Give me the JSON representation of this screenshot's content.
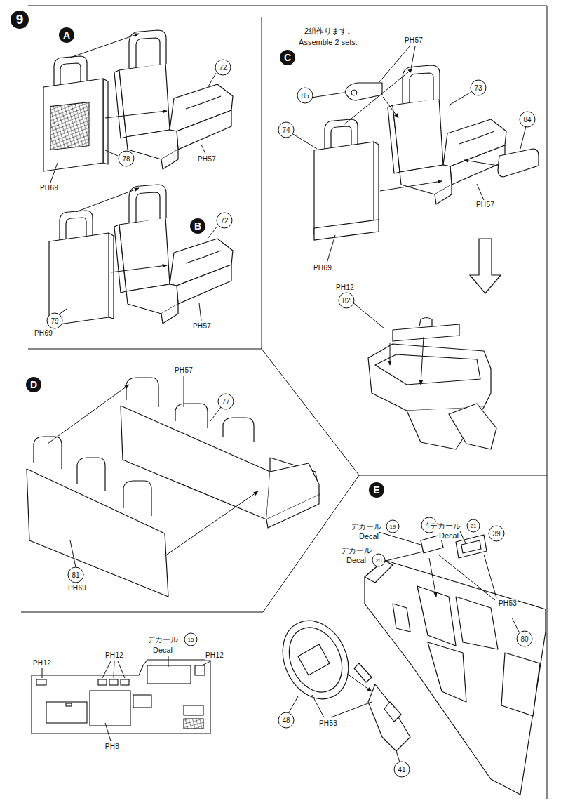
{
  "diagram": {
    "labels": [
      "9",
      "A",
      "72",
      "PH57",
      "78",
      "PH69",
      "B",
      "72",
      "79",
      "PH69",
      "PH57",
      "C",
      "2組作ります。",
      "Assemble 2 sets.",
      "PH57",
      "85",
      "73",
      "84",
      "74",
      "PH57",
      "PH69",
      "PH12",
      "82",
      "D",
      "PH57",
      "77",
      "81",
      "PH69",
      "PH12",
      "PH12",
      "デカール",
      "Decal",
      "15",
      "PH12",
      "PH8",
      "E",
      "デカール",
      "Decal",
      "19",
      "40",
      "デカール",
      "Decal",
      "21",
      "39",
      "デカール",
      "Decal",
      "20",
      "PH53",
      "80",
      "48",
      "PH53",
      "41"
    ]
  }
}
